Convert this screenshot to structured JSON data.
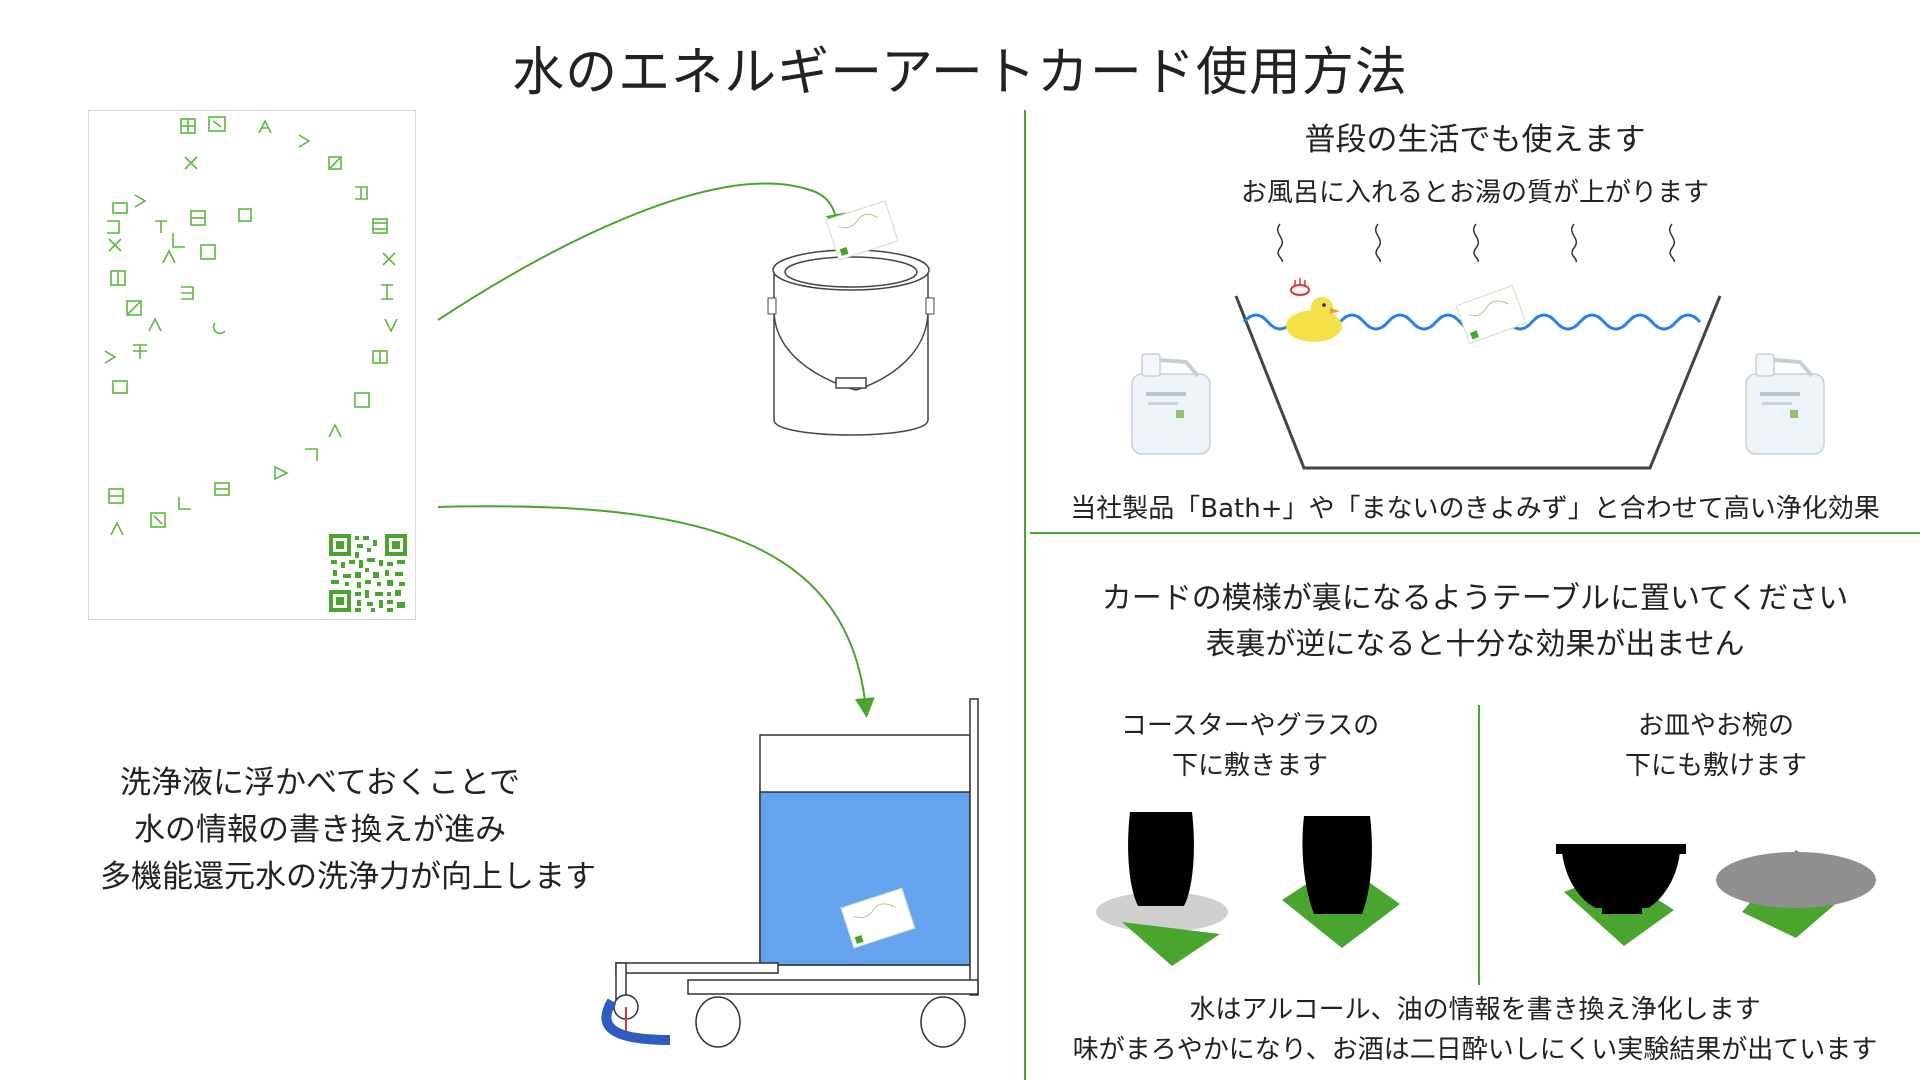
{
  "title": "水のエネルギーアートカード使用方法",
  "left": {
    "caption_lines": [
      "洗浄液に浮かべておくことで",
      "水の情報の書き換えが進み",
      "多機能還元水の洗浄力が向上します"
    ]
  },
  "right_top": {
    "heading": "普段の生活でも使えます",
    "subheading": "お風呂に入れるとお湯の質が上がります",
    "footer": "当社製品「Bath+」や「まないのきよみず」と合わせて高い浄化効果"
  },
  "right_bottom": {
    "instruction_lines": [
      "カードの模様が裏になるようテーブルに置いてください",
      "表裏が逆になると十分な効果が出ません"
    ],
    "col1_lines": [
      "コースターやグラスの",
      "下に敷きます"
    ],
    "col2_lines": [
      "お皿やお椀の",
      "下にも敷けます"
    ],
    "footer_lines": [
      "水はアルコール、油の情報を書き換え浄化します",
      "味がまろやかになり、お酒は二日酔いしにくい実験結果が出ています"
    ]
  },
  "colors": {
    "accent_green": "#4aa52e",
    "water_blue": "#66a3ee",
    "wave_blue": "#2f7fe0",
    "duck_yellow": "#f5e14a",
    "object_black": "#000000",
    "plate_gray": "#8f8f8f"
  },
  "icons": [
    "energy-art-card",
    "qr-code",
    "paint-bucket",
    "bathtub",
    "rubber-duck",
    "detergent-bottle",
    "cleaning-cart",
    "glass-cup",
    "rice-bowl",
    "plate"
  ]
}
